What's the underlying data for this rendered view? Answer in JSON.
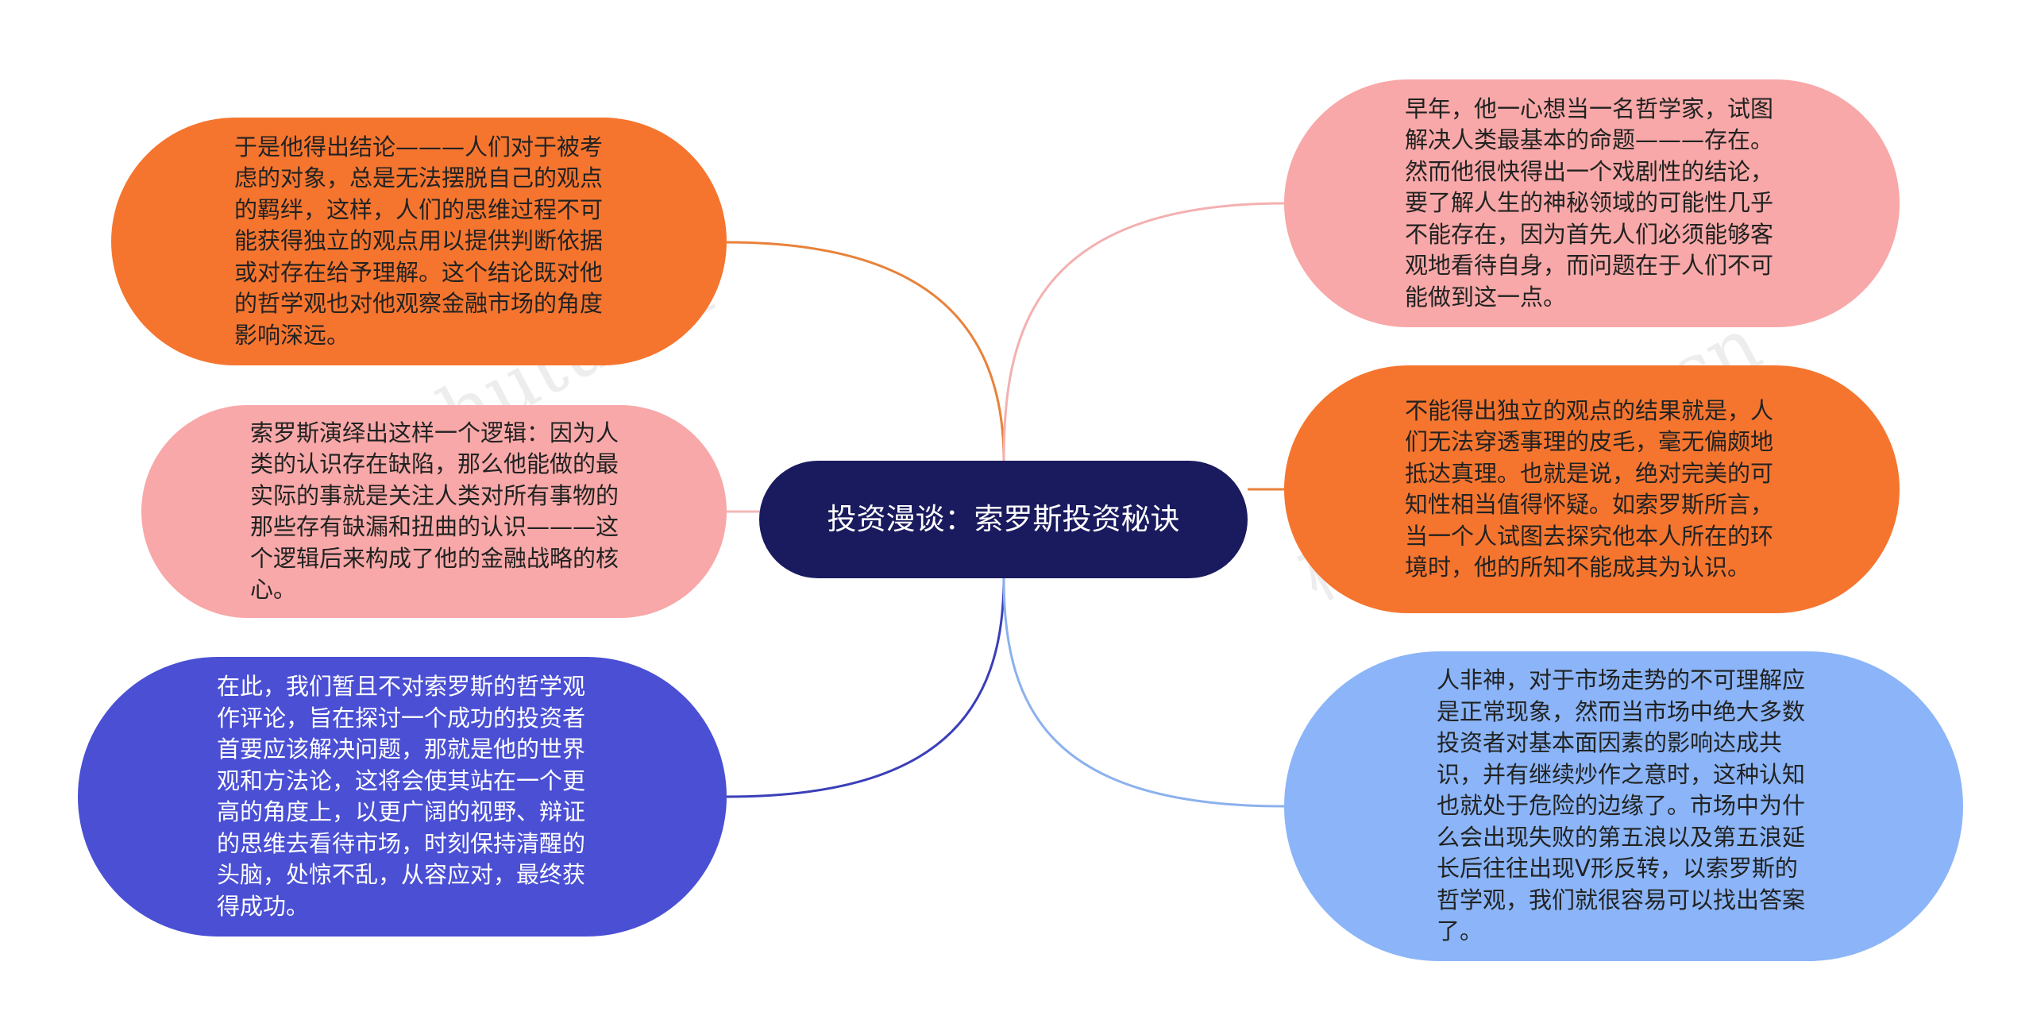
{
  "root": {
    "label": "投资漫谈：索罗斯投资秘诀",
    "color": "#1a1a5e"
  },
  "nodes": [
    {
      "id": "tl",
      "color": "#f5752f",
      "link_color": "#e8823b",
      "text": "于是他得出结论———人们对于被考虑的对象，总是无法摆脱自己的观点的羁绊，这样，人们的思维过程不可能获得独立的观点用以提供判断依据或对存在给予理解。这个结论既对他的哲学观也对他观察金融市场的角度影响深远。"
    },
    {
      "id": "ml",
      "color": "#f8a8a8",
      "link_color": "#f4b7b7",
      "text": "索罗斯演绎出这样一个逻辑：因为人类的认识存在缺陷，那么他能做的最实际的事就是关注人类对所有事物的那些存有缺漏和扭曲的认识———这个逻辑后来构成了他的金融战略的核心。"
    },
    {
      "id": "bl",
      "color": "#4a4fd4",
      "link_color": "#3b3fb8",
      "text": "在此，我们暂且不对索罗斯的哲学观作评论，旨在探讨一个成功的投资者首要应该解决问题，那就是他的世界观和方法论，这将会使其站在一个更高的角度上，以更广阔的视野、辩证的思维去看待市场，时刻保持清醒的头脑，处惊不乱，从容应对，最终获得成功。"
    },
    {
      "id": "tr",
      "color": "#f8a8a8",
      "link_color": "#f4b0b0",
      "text": "早年，他一心想当一名哲学家，试图解决人类最基本的命题———存在。然而他很快得出一个戏剧性的结论，要了解人生的神秘领域的可能性几乎不能存在，因为首先人们必须能够客观地看待自身，而问题在于人们不可能做到这一点。"
    },
    {
      "id": "mr",
      "color": "#f5752f",
      "link_color": "#e8823b",
      "text": "不能得出独立的观点的结果就是，人们无法穿透事理的皮毛，毫无偏颇地抵达真理。也就是说，绝对完美的可知性相当值得怀疑。如索罗斯所言，当一个人试图去探究他本人所在的环境时，他的所知不能成其为认识。"
    },
    {
      "id": "br",
      "color": "#8bb5f8",
      "link_color": "#8bb1ee",
      "text": "人非神，对于市场走势的不可理解应是正常现象，然而当市场中绝大多数投资者对基本面因素的影响达成共识，并有继续炒作之意时，这种认知也就处于危险的边缘了。市场中为什么会出现失败的第五浪以及第五浪延长后往往出现V形反转，以索罗斯的哲学观，我们就很容易可以找出答案了。"
    }
  ],
  "watermark": "树图 shutu.cn"
}
